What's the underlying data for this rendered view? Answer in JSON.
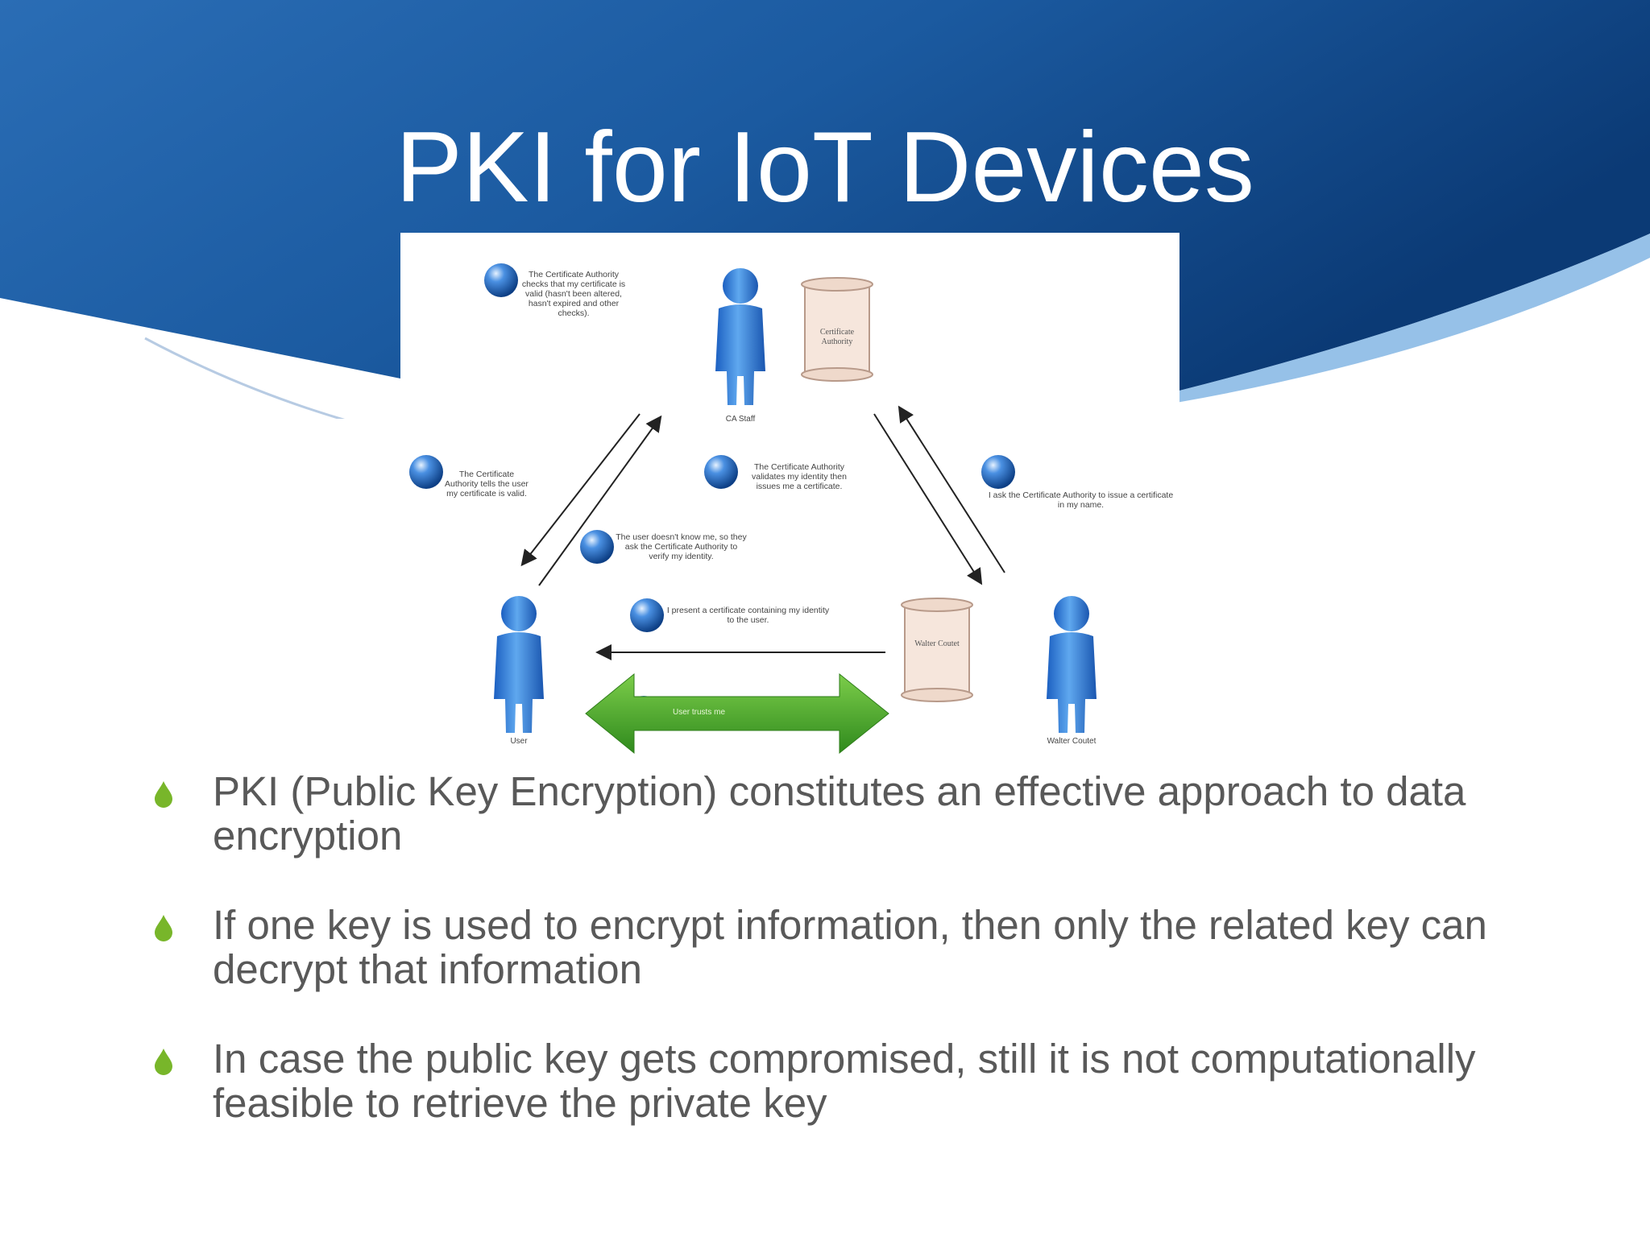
{
  "slide": {
    "title": "PKI for IoT Devices",
    "colors": {
      "header_blue": "#1d5ea3",
      "header_dark": "#0d3d79",
      "bullet_green": "#78b62a",
      "text_gray": "#595959"
    }
  },
  "diagram": {
    "notes": {
      "ca_checks": "The Certificate Authority checks that my certificate is valid (hasn't been altered, hasn't expired and other checks).",
      "ca_tells_user": "The Certificate Authority tells the user my certificate is valid.",
      "ca_validates": "The Certificate Authority validates my identity then issues me a certificate.",
      "ask_ca": "I ask the Certificate Authority to issue a certificate in my name.",
      "user_doesnt_know": "The user doesn't know me, so they ask the Certificate Authority to verify my identity.",
      "present_certificate": "I present a certificate containing my identity to the user."
    },
    "labels": {
      "ca_staff": "CA Staff",
      "user": "User",
      "walter": "Walter Coutet"
    },
    "documents": {
      "ca_doc": "Certificate Authority",
      "walter_doc": "Walter Coutet"
    },
    "arrow_text": "User trusts me"
  },
  "bullets": [
    {
      "text": "PKI (Public Key Encryption) constitutes an effective approach to data encryption"
    },
    {
      "text": "If one key is used to encrypt information, then only the related key can decrypt that information"
    },
    {
      "text": "In case the public key gets compromised, still it is not computationally feasible to retrieve the private key"
    }
  ]
}
